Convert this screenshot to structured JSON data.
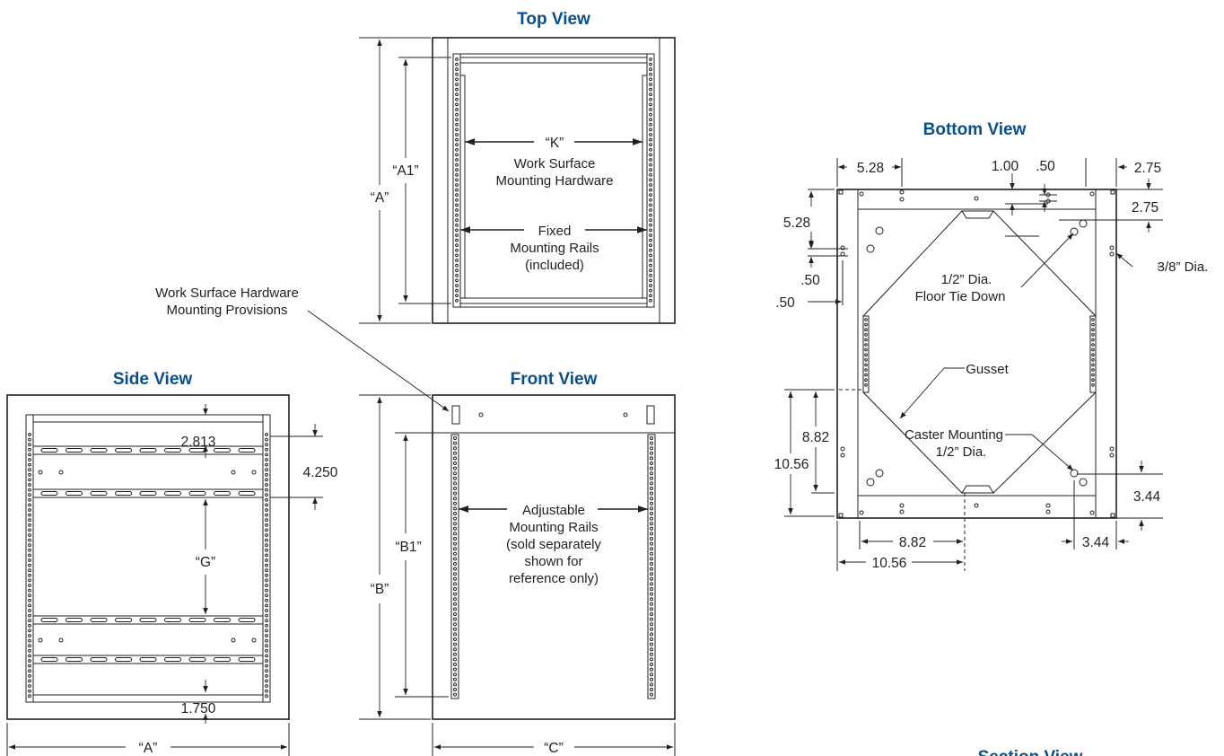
{
  "titles": {
    "top": "Top View",
    "bottom": "Bottom View",
    "side": "Side View",
    "front": "Front View",
    "section": "Section View"
  },
  "top_view": {
    "dim_a": "“A”",
    "dim_a1": "“A1”",
    "dim_k": "“K”",
    "work_surface_line1": "Work Surface",
    "work_surface_line2": "Mounting Hardware",
    "fixed_line1": "Fixed",
    "fixed_line2": "Mounting Rails",
    "fixed_line3": "(included)"
  },
  "callout": {
    "line1": "Work Surface Hardware",
    "line2": "Mounting Provisions"
  },
  "side_view": {
    "dim_2813": "2.813",
    "dim_4250": "4.250",
    "dim_g": "“G”",
    "dim_1750": "1.750",
    "dim_a": "“A”"
  },
  "front_view": {
    "adj_line1": "Adjustable",
    "adj_line2": "Mounting Rails",
    "adj_line3": "(sold separately",
    "adj_line4": "shown for",
    "adj_line5": "reference only)",
    "dim_b1": "“B1”",
    "dim_b": "“B”",
    "dim_c": "“C”"
  },
  "bottom_view": {
    "d_528_top": "5.28",
    "d_100": "1.00",
    "d_050_top": ".50",
    "d_275_top": "2.75",
    "d_275_right": "2.75",
    "d_528_left": "5.28",
    "d_050_left": ".50",
    "d_050_bottom": ".50",
    "floor_line1": "1/2” Dia.",
    "floor_line2": "Floor Tie Down",
    "dia_38": "3/8” Dia.",
    "gusset": "Gusset",
    "caster_line1": "Caster Mounting",
    "caster_line2": "1/2” Dia.",
    "d_882_left": "8.82",
    "d_1056_left": "10.56",
    "d_344_right": "3.44",
    "d_344_bottom": "3.44",
    "d_882_bottom": "8.82",
    "d_1056_bottom": "10.56"
  }
}
